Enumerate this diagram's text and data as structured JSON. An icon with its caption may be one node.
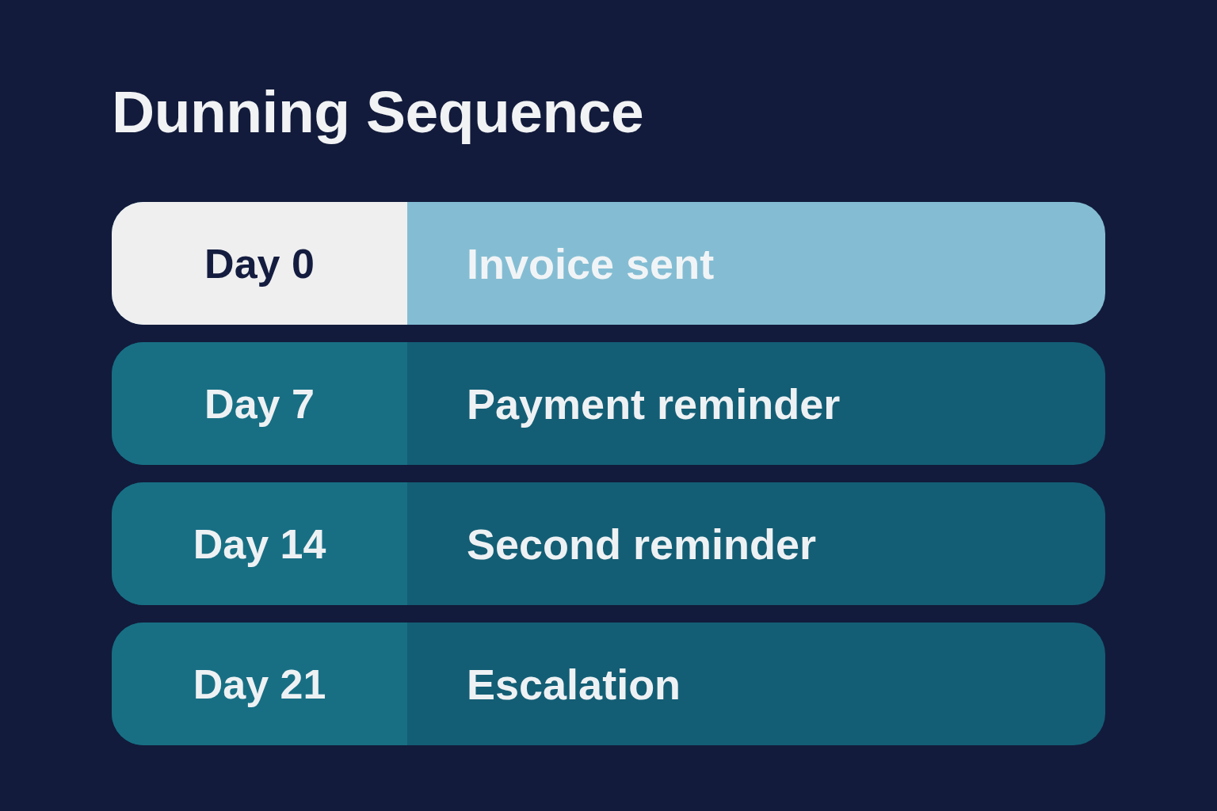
{
  "diagram": {
    "title": "Dunning Sequence",
    "nodes": [
      {
        "text": [
          "Day 0",
          "Invoice sent"
        ]
      },
      {
        "text": [
          "Day 7",
          "Payment reminder"
        ]
      },
      {
        "text": [
          "Day 14",
          "Second reminder"
        ]
      },
      {
        "text": [
          "Day 21",
          "Escalation"
        ]
      }
    ]
  }
}
